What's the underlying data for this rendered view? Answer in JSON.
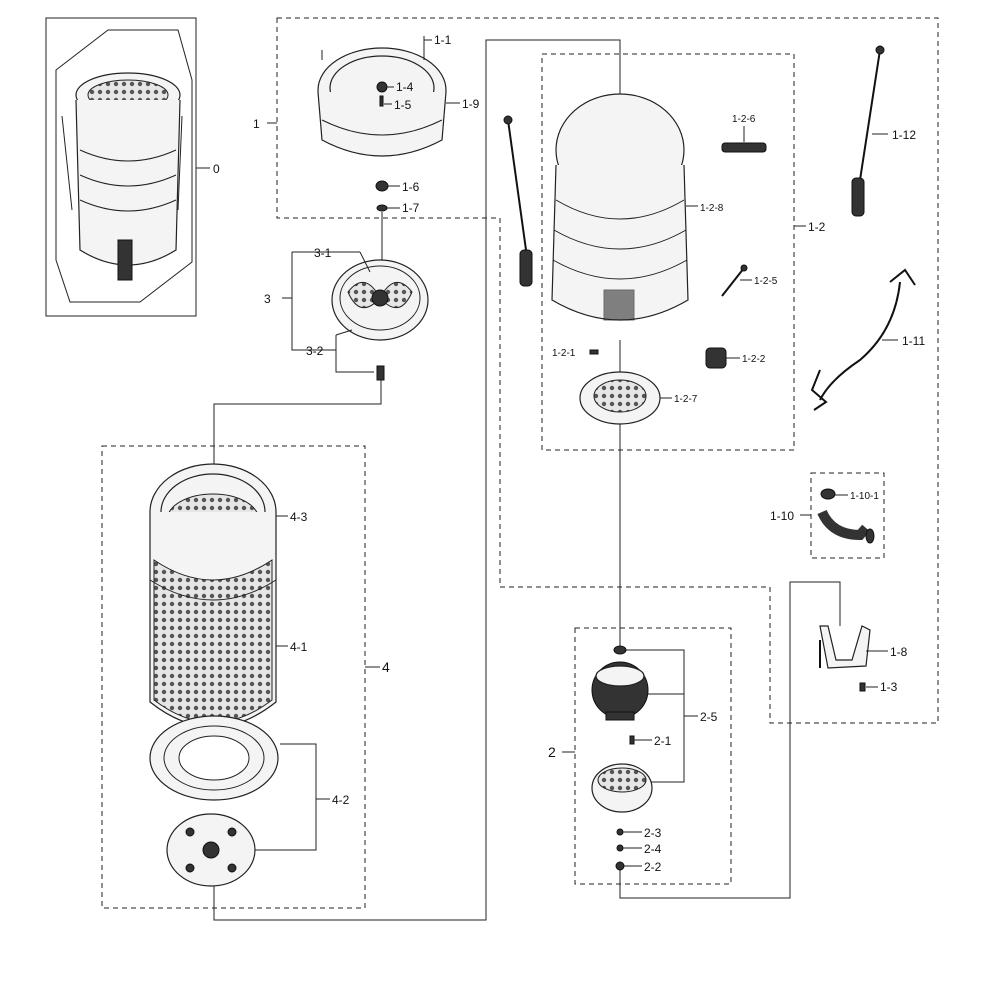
{
  "labels": {
    "l0": "0",
    "l1": "1",
    "l1_1": "1-1",
    "l1_4": "1-4",
    "l1_5": "1-5",
    "l1_9": "1-9",
    "l1_6": "1-6",
    "l1_7": "1-7",
    "l3": "3",
    "l3_1": "3-1",
    "l3_2": "3-2",
    "l1_2": "1-2",
    "l1_2_6": "1-2-6",
    "l1_2_8": "1-2-8",
    "l1_2_5": "1-2-5",
    "l1_2_1": "1-2-1",
    "l1_2_2": "1-2-2",
    "l1_2_7": "1-2-7",
    "l1_12": "1-12",
    "l1_11": "1-11",
    "l1_10": "1-10",
    "l1_10_1": "1-10-1",
    "l1_8": "1-8",
    "l1_3": "1-3",
    "l4": "4",
    "l4_3": "4-3",
    "l4_1": "4-1",
    "l4_2": "4-2",
    "l2": "2",
    "l2_5": "2-5",
    "l2_1": "2-1",
    "l2_3": "2-3",
    "l2_4": "2-4",
    "l2_2": "2-2"
  },
  "colors": {
    "line": "#222222",
    "part_fill": "#f4f4f4",
    "dark_part": "#333333",
    "background": "#ffffff"
  }
}
